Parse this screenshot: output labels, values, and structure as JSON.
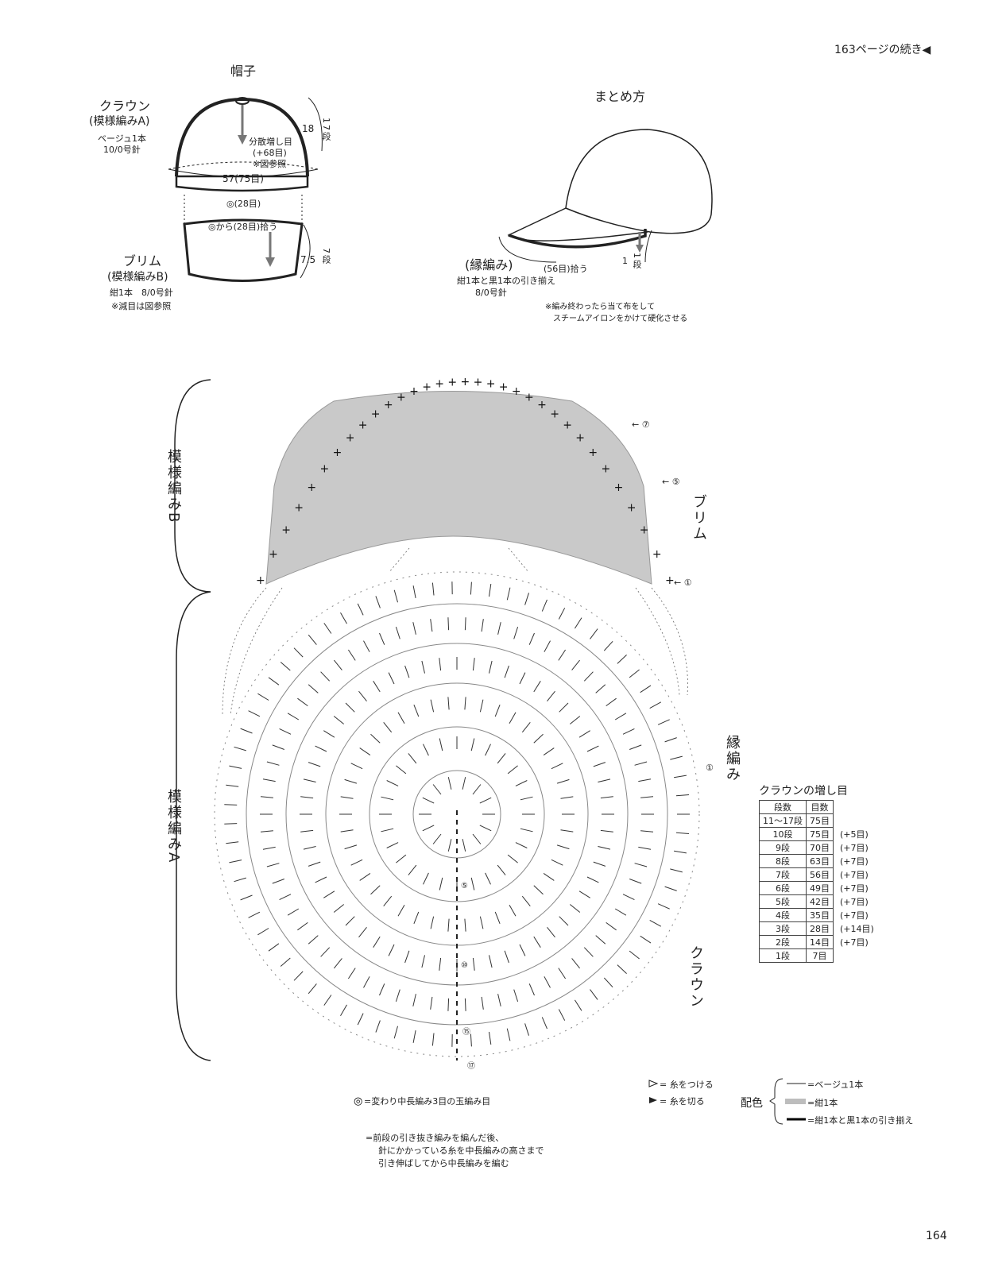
{
  "header": {
    "continued": "163ページの続き◀",
    "page_number": "164"
  },
  "hat": {
    "title": "帽子",
    "crown_label": "クラウン",
    "crown_pattern": "(模様編みA)",
    "crown_yarn": "ベージュ1本",
    "crown_needle": "10/0号針",
    "increase_note": "分散増し目",
    "increase_count": "(+68目)",
    "increase_ref": "※図参照",
    "height": "18",
    "height_rows": "17段",
    "circumference": "57(75目)",
    "crown_edge": "◎(28目)",
    "brim_pick": "◎から(28目)拾う",
    "brim_label": "ブリム",
    "brim_pattern": "(模様編みB)",
    "brim_yarn": "紺1本　8/0号針",
    "brim_note": "※減目は図参照",
    "brim_height": "7.5",
    "brim_rows": "7段"
  },
  "assembly": {
    "title": "まとめ方",
    "edge_label": "(縁編み)",
    "pick": "(56目)拾う",
    "width": "1",
    "rows": "1段",
    "yarn": "紺1本と黒1本の引き揃え",
    "needle": "8/0号針",
    "note1": "※編み終わったら当て布をして",
    "note2": "スチームアイロンをかけて硬化させる"
  },
  "diagram": {
    "pattern_b": "模様編みB",
    "pattern_a": "模様編みA",
    "brim": "ブリム",
    "edging": "縁編み",
    "crown": "クラウン",
    "row_markers": [
      "⑦",
      "⑤",
      "①",
      "①",
      "⑤",
      "⑩",
      "⑮",
      "⑰"
    ]
  },
  "increase_table": {
    "title": "クラウンの増し目",
    "headers": [
      "段数",
      "目数"
    ],
    "rows": [
      {
        "row": "11〜17段",
        "count": "75目",
        "inc": ""
      },
      {
        "row": "10段",
        "count": "75目",
        "inc": "(+5目)"
      },
      {
        "row": "9段",
        "count": "70目",
        "inc": "(+7目)"
      },
      {
        "row": "8段",
        "count": "63目",
        "inc": "(+7目)"
      },
      {
        "row": "7段",
        "count": "56目",
        "inc": "(+7目)"
      },
      {
        "row": "6段",
        "count": "49目",
        "inc": "(+7目)"
      },
      {
        "row": "5段",
        "count": "42目",
        "inc": "(+7目)"
      },
      {
        "row": "4段",
        "count": "35目",
        "inc": "(+7目)"
      },
      {
        "row": "3段",
        "count": "28目",
        "inc": "(+14目)"
      },
      {
        "row": "2段",
        "count": "14目",
        "inc": "(+7目)"
      },
      {
        "row": "1段",
        "count": "7目",
        "inc": ""
      }
    ]
  },
  "legend": {
    "attach": "= 糸をつける",
    "cut": "= 糸を切る",
    "bobble": "=変わり中長編み3目の玉編み目",
    "special1": "=前段の引き抜き編みを編んだ後、",
    "special2": "針にかかっている糸を中長編みの高さまで",
    "special3": "引き伸ばしてから中長編みを編む",
    "color_title": "配色",
    "color1": "=ベージュ1本",
    "color2": "=紺1本",
    "color3": "=紺1本と黒1本の引き揃え",
    "colors": {
      "beige": "#222222",
      "navy": "#bdbdbd",
      "navy_black": "#000000"
    }
  }
}
